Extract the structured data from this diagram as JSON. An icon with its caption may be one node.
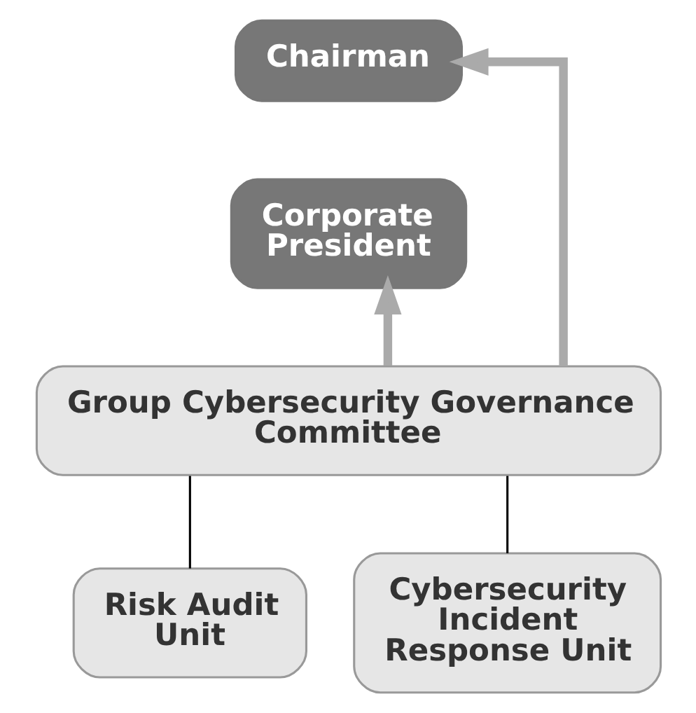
{
  "diagram": {
    "nodes": [
      {
        "text": [
          "Chairman"
        ]
      },
      {
        "text": [
          "Corporate President"
        ]
      },
      {
        "text": [
          "Group Cybersecurity Governance Committee"
        ]
      },
      {
        "text": [
          "Risk Audit Unit"
        ]
      },
      {
        "text": [
          "Cybersecurity Incident Response Unit"
        ]
      }
    ],
    "edges": [
      {
        "from": 2,
        "to": 1,
        "arrow": "to",
        "style": "thick",
        "color": "#aaaaaa"
      },
      {
        "from": 2,
        "to": 0,
        "arrow": "to",
        "style": "thick",
        "color": "#aaaaaa"
      },
      {
        "from": 2,
        "to": 3,
        "arrow": "none",
        "color": "#000000"
      },
      {
        "from": 2,
        "to": 4,
        "arrow": "none",
        "color": "#000000"
      }
    ]
  }
}
